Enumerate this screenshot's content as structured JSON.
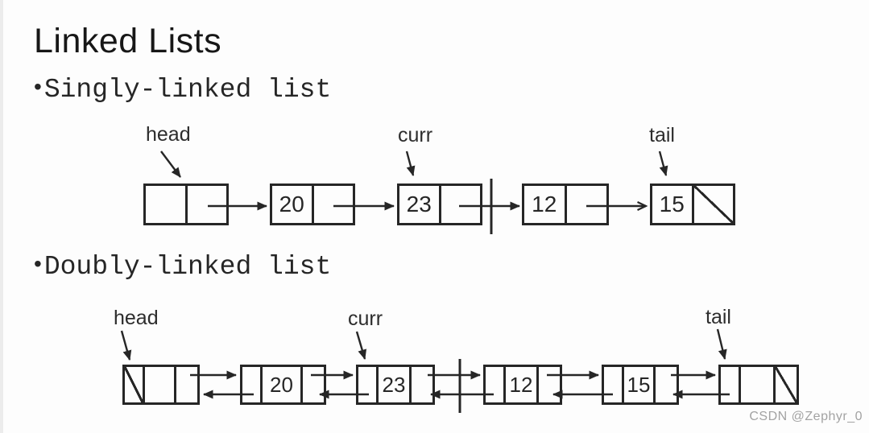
{
  "title": "Linked Lists",
  "bullet_char": "•",
  "sections": {
    "singly": {
      "label": "Singly-linked list"
    },
    "doubly": {
      "label": "Doubly-linked list"
    }
  },
  "singly_list": {
    "labels": {
      "head": "head",
      "curr": "curr",
      "tail": "tail"
    },
    "nodes": [
      {
        "value": "",
        "role": "header"
      },
      {
        "value": "20"
      },
      {
        "value": "23",
        "pointed_by": "curr"
      },
      {
        "value": "12"
      },
      {
        "value": "15",
        "null_next": true,
        "pointed_by": "tail"
      }
    ]
  },
  "doubly_list": {
    "labels": {
      "head": "head",
      "curr": "curr",
      "tail": "tail"
    },
    "nodes": [
      {
        "value": "",
        "role": "header",
        "null_prev": true
      },
      {
        "value": "20"
      },
      {
        "value": "23",
        "pointed_by": "curr"
      },
      {
        "value": "12"
      },
      {
        "value": "15"
      },
      {
        "value": "",
        "role": "trailer",
        "null_next": true,
        "pointed_by": "tail"
      }
    ]
  },
  "watermark": "CSDN @Zephyr_0",
  "colors": {
    "ink": "#262626",
    "title-ink": "#171717",
    "label-ink": "#2d2d2d",
    "watermark": "#a3a3a3",
    "paper": "#fdfdfd"
  }
}
